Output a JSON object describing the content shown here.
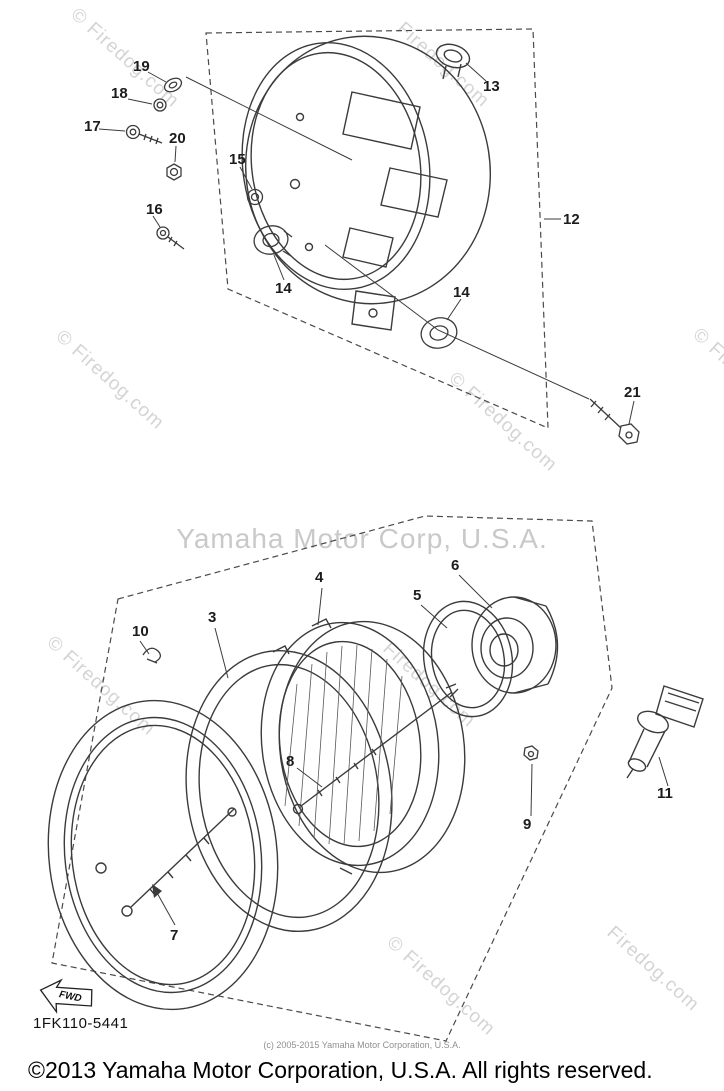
{
  "watermarks": {
    "firedog": "© Firedog.com",
    "firedog_short": "Firedog.com",
    "yamaha": "Yamaha Motor Corp, U.S.A."
  },
  "parts": {
    "p3": "3",
    "p4": "4",
    "p5": "5",
    "p6": "6",
    "p7": "7",
    "p8": "8",
    "p9": "9",
    "p10": "10",
    "p11": "11",
    "p12": "12",
    "p13": "13",
    "p14a": "14",
    "p14b": "14",
    "p15": "15",
    "p16": "16",
    "p17": "17",
    "p18": "18",
    "p19": "19",
    "p20": "20",
    "p21": "21"
  },
  "fwd": {
    "label": "FWD"
  },
  "footer": {
    "part_code": "1FK110-5441",
    "copyright_small": "(c) 2005-2015 Yamaha Motor Corporation, U.S.A.",
    "copyright_large": "©2013 Yamaha Motor Corporation, U.S.A. All rights reserved."
  }
}
